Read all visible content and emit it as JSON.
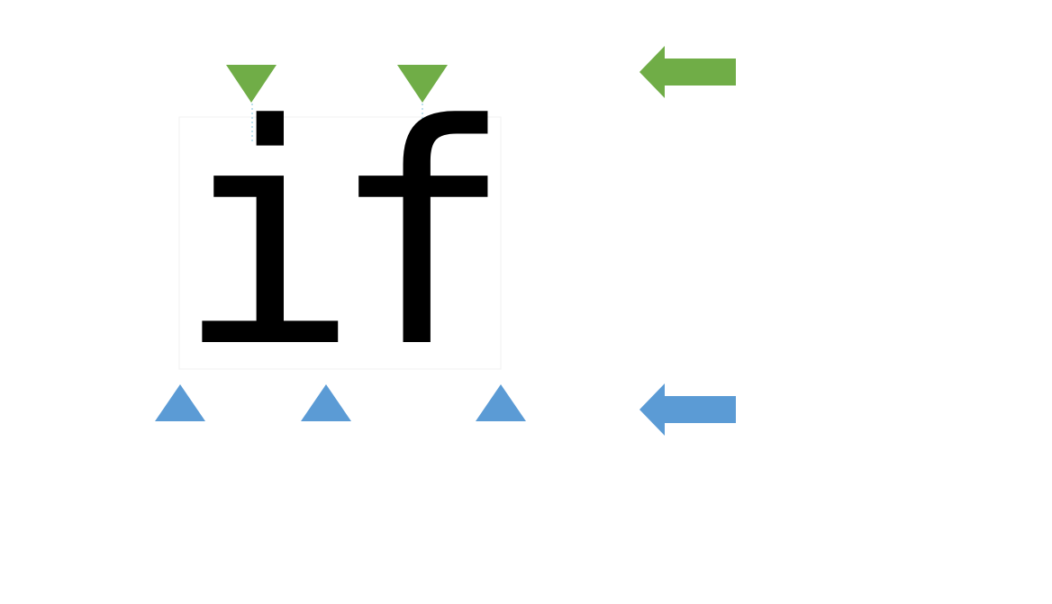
{
  "text": {
    "letters": [
      "i",
      "f"
    ]
  },
  "colors": {
    "glyph": "#000000",
    "top_marker": "#70ad47",
    "bottom_marker": "#5b9bd5",
    "guide_line": "#a9d7e8",
    "box_outline": "#f0f0f0"
  },
  "markers": {
    "top_count": 2,
    "bottom_count": 3,
    "top_arrow_direction": "left",
    "bottom_arrow_direction": "left"
  }
}
